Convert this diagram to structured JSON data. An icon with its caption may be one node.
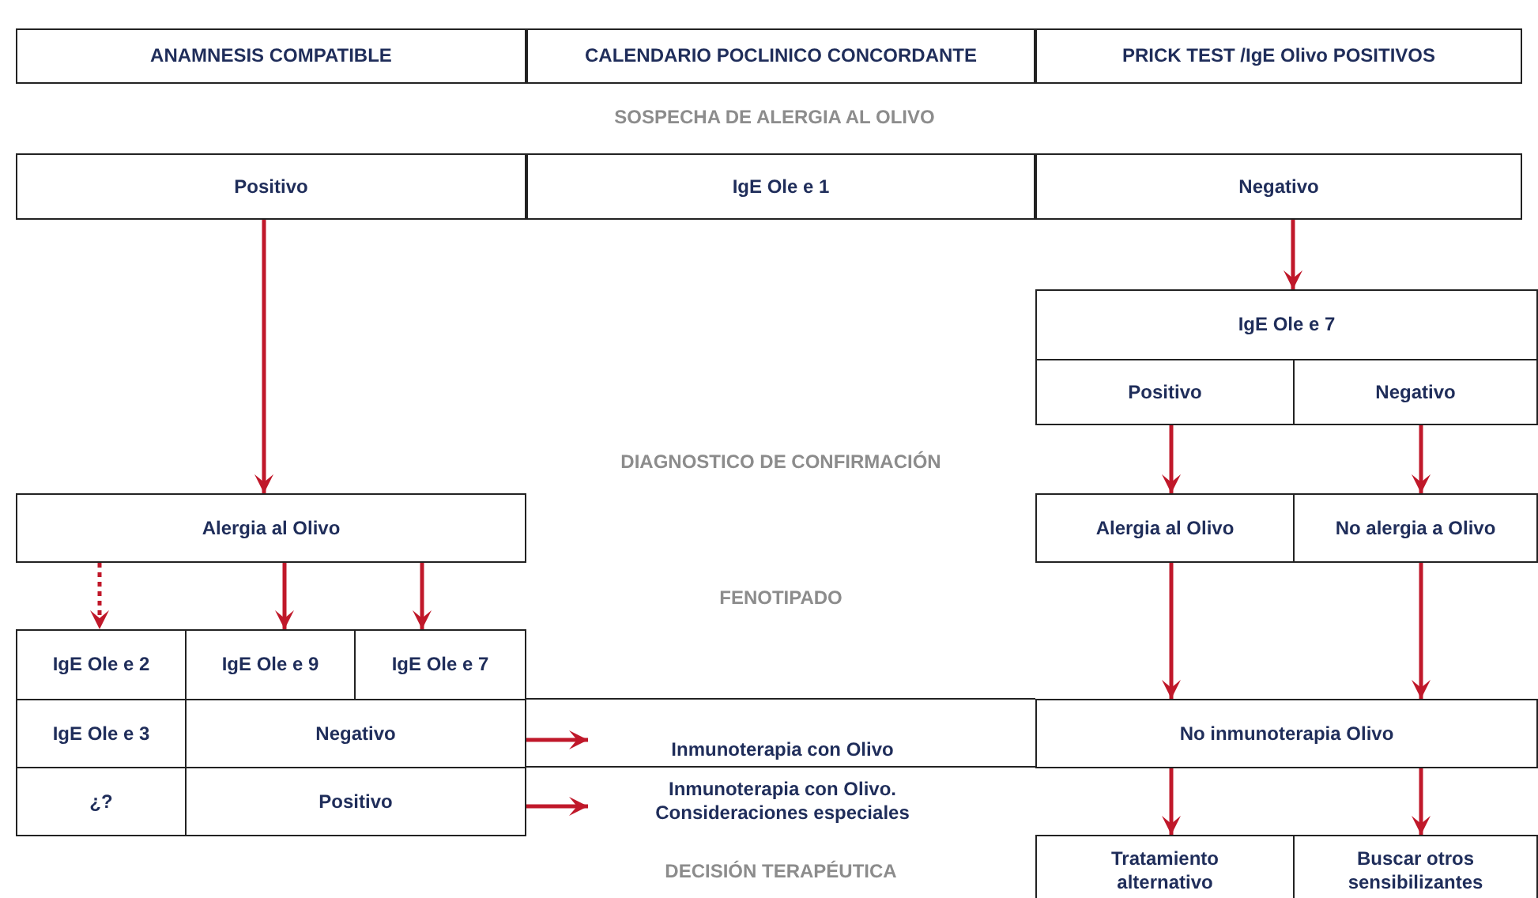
{
  "diagram": {
    "nodes": [
      {
        "text": [
          "ANAMNESIS COMPATIBLE"
        ]
      },
      {
        "text": [
          "CALENDARIO POCLINICO CONCORDANTE"
        ]
      },
      {
        "text": [
          "PRICK TEST /IgE Olivo POSITIVOS"
        ]
      },
      {
        "text": [
          "Positivo"
        ]
      },
      {
        "text": [
          "IgE Ole e 1"
        ]
      },
      {
        "text": [
          "Negativo"
        ]
      },
      {
        "text": [
          "IgE Ole e 7"
        ]
      },
      {
        "text": [
          "Positivo"
        ]
      },
      {
        "text": [
          "Negativo"
        ]
      },
      {
        "text": [
          "Alergia al Olivo"
        ]
      },
      {
        "text": [
          "Alergia al Olivo"
        ]
      },
      {
        "text": [
          "No alergia a Olivo"
        ]
      },
      {
        "text": [
          "IgE Ole e 2"
        ]
      },
      {
        "text": [
          "IgE Ole e 9"
        ]
      },
      {
        "text": [
          "IgE Ole e 7"
        ]
      },
      {
        "text": [
          "IgE Ole e 3"
        ]
      },
      {
        "text": [
          "Negativo"
        ]
      },
      {
        "text": [
          "Inmunoterapia con Olivo"
        ]
      },
      {
        "text": [
          "No inmunoterapia Olivo"
        ]
      },
      {
        "text": [
          "¿?"
        ]
      },
      {
        "text": [
          "Positivo"
        ]
      },
      {
        "text": [
          "Inmunoterapia con Olivo. Consideraciones especiales"
        ]
      },
      {
        "text": [
          "Tratamiento alternativo"
        ]
      },
      {
        "text": [
          "Buscar otros sensibilizantes"
        ]
      }
    ],
    "edges": [
      {
        "from": 5,
        "to": 6,
        "arrow": "to"
      },
      {
        "from": 7,
        "to": 10,
        "arrow": "to"
      },
      {
        "from": 8,
        "to": 11,
        "arrow": "to"
      },
      {
        "from": 3,
        "to": 9,
        "arrow": "to"
      },
      {
        "from": 9,
        "to": 12,
        "arrow": "to",
        "style": "dashed"
      },
      {
        "from": 9,
        "to": 13,
        "arrow": "to"
      },
      {
        "from": 9,
        "to": 14,
        "arrow": "to"
      },
      {
        "from": 16,
        "to": 17,
        "arrow": "to"
      },
      {
        "from": 20,
        "to": 21,
        "arrow": "to"
      },
      {
        "from": 10,
        "to": 18,
        "arrow": "to"
      },
      {
        "from": 11,
        "to": 18,
        "arrow": "to"
      },
      {
        "from": 18,
        "to": 22,
        "arrow": "to"
      },
      {
        "from": 18,
        "to": 23,
        "arrow": "to"
      }
    ],
    "labels": [
      "SOSPECHA DE ALERGIA AL OLIVO",
      "DIAGNOSTICO DE CONFIRMACIÓN",
      "FENOTIPADO",
      "DECISIÓN TERAPÉUTICA"
    ]
  }
}
